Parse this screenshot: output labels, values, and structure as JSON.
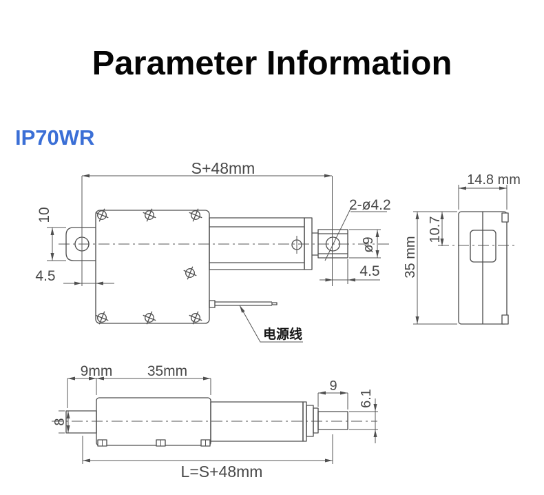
{
  "header": {
    "title": "Parameter Information",
    "model": "IP70WR"
  },
  "colors": {
    "accent_blue": "#3b6fd6",
    "line_gray": "#4f4f4f",
    "title_black": "#050505"
  },
  "side_view": {
    "total_length": "S+48mm",
    "ear_width": "10",
    "ear_hole_offset": "4.5",
    "holes_callout": "2-ø4.2",
    "rod_end_diameter": "ø9",
    "rod_end_hole_offset": "4.5",
    "power_cable_label": "电源线"
  },
  "end_view": {
    "body_width": "14.8 mm",
    "body_height": "35 mm",
    "axis_offset": "10.7"
  },
  "top_view": {
    "ear_length": "9mm",
    "body_length": "35mm",
    "rod_tip_length": "9",
    "rod_tip_diameter": "6.1",
    "ear_thickness": "8",
    "total_length": "L=S+48mm"
  }
}
